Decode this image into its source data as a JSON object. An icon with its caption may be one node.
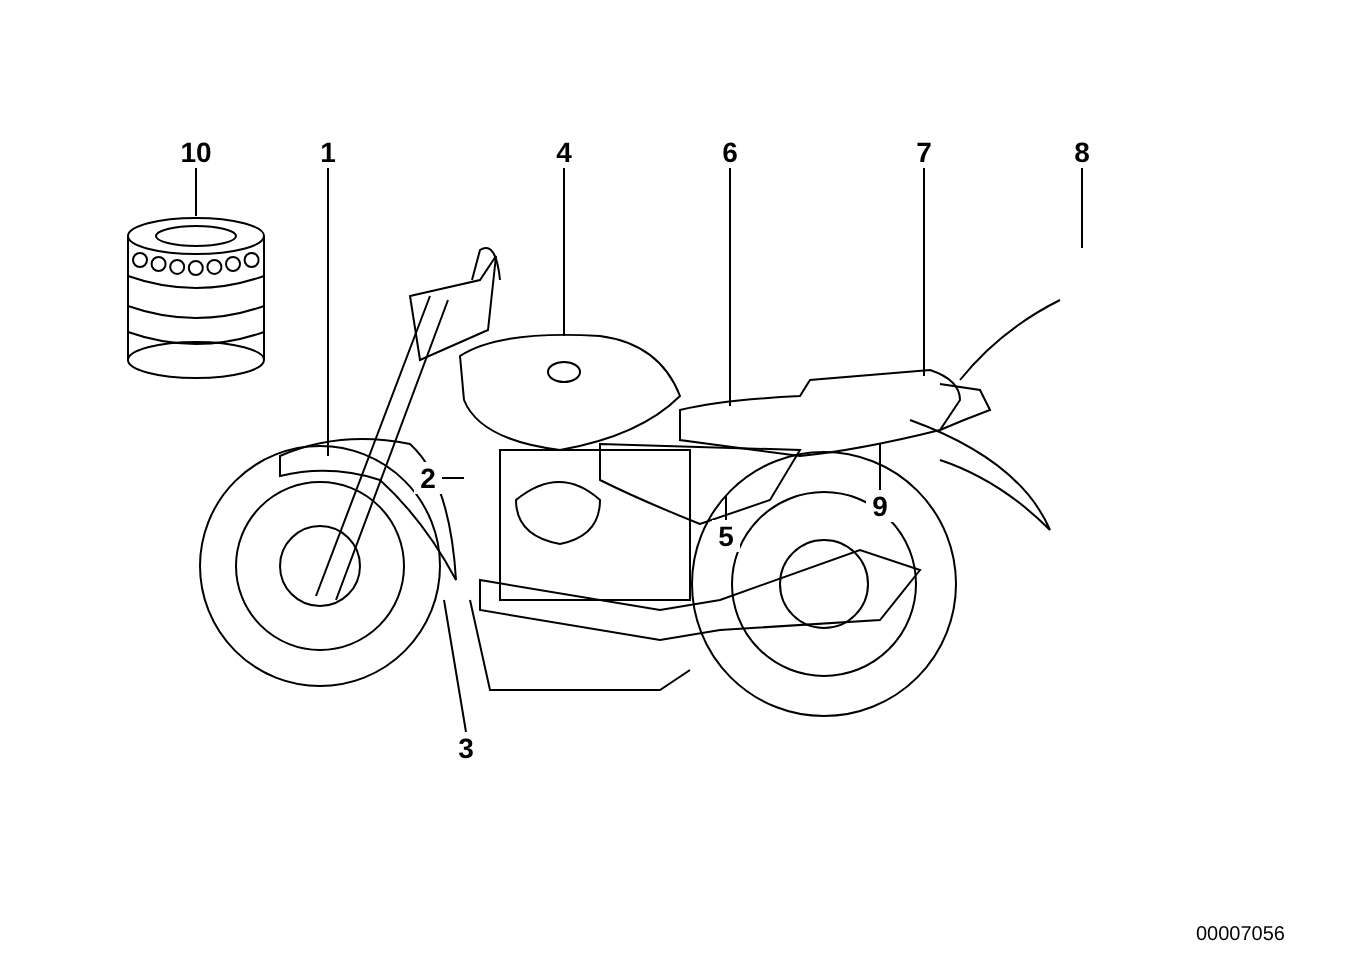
{
  "diagram": {
    "nodes": [
      {
        "text": [
          "10"
        ]
      },
      {
        "text": [
          "1"
        ]
      },
      {
        "text": [
          "4"
        ]
      },
      {
        "text": [
          "6"
        ]
      },
      {
        "text": [
          "7"
        ]
      },
      {
        "text": [
          "8"
        ]
      },
      {
        "text": [
          "2"
        ]
      },
      {
        "text": [
          "9"
        ]
      },
      {
        "text": [
          "5"
        ]
      },
      {
        "text": [
          "3"
        ]
      },
      {
        "text": [],
        "shape": "picture"
      }
    ],
    "edges": [
      {
        "from": 0,
        "to": 10,
        "arrow": "none"
      },
      {
        "from": 1,
        "to": null,
        "arrow": "none"
      },
      {
        "from": 2,
        "to": null,
        "arrow": "none"
      },
      {
        "from": 3,
        "to": null,
        "arrow": "none"
      },
      {
        "from": 4,
        "to": null,
        "arrow": "none"
      },
      {
        "from": 5,
        "to": null,
        "arrow": "none"
      },
      {
        "from": 6,
        "to": null,
        "arrow": "none"
      },
      {
        "from": 7,
        "to": null,
        "arrow": "none"
      },
      {
        "from": 8,
        "to": null,
        "arrow": "none"
      },
      {
        "from": 9,
        "to": null,
        "arrow": "none"
      }
    ],
    "labels": [
      "00007056"
    ]
  }
}
